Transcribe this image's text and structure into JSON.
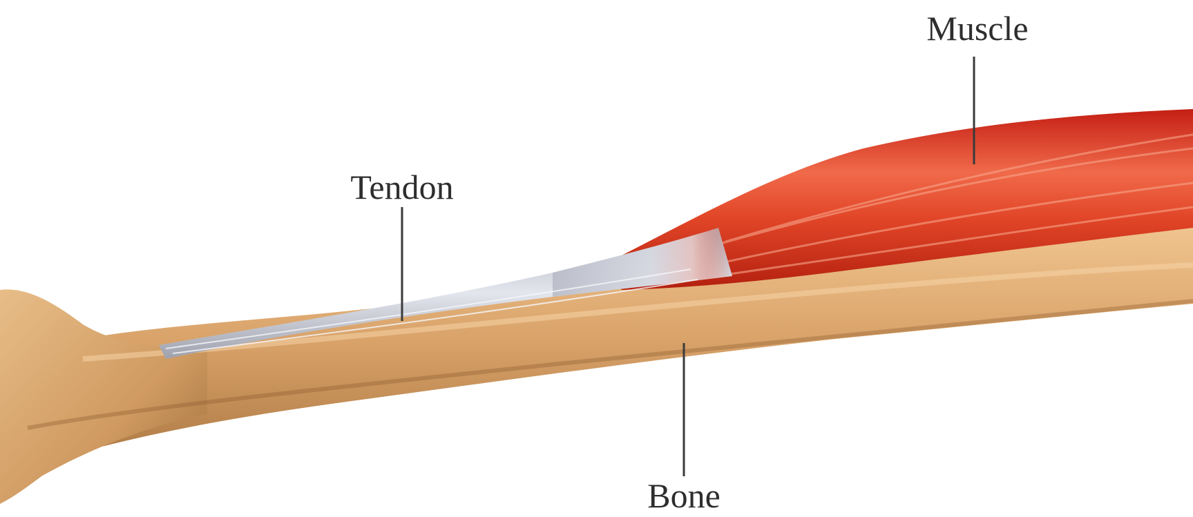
{
  "diagram": {
    "labels": {
      "muscle": "Muscle",
      "tendon": "Tendon",
      "bone": "Bone"
    },
    "colors": {
      "background": "#ffffff",
      "muscle": "#d9321f",
      "tendon": "#c9ccd6",
      "bone": "#d9a36a",
      "text": "#2e2e2e"
    }
  }
}
